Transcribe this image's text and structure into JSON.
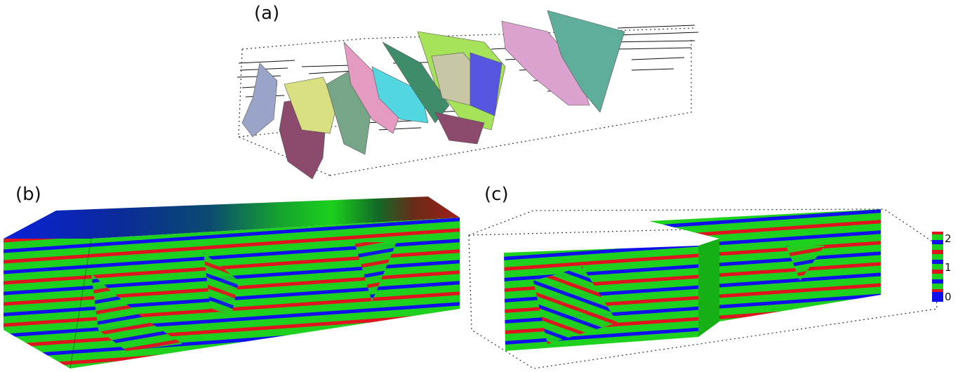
{
  "panels": {
    "a": {
      "label": "(a)"
    },
    "b": {
      "label": "(b)"
    },
    "c": {
      "label": "(c)"
    }
  },
  "colorbar": {
    "ticks": [
      "2",
      "1",
      "0"
    ],
    "colors": [
      "#e0141e",
      "#1fd11f",
      "#1010ee"
    ]
  },
  "colors": {
    "stripe_red": "#e0141e",
    "stripe_green": "#1fd11f",
    "stripe_blue": "#1010ee",
    "fault_colors": [
      "#9aa3c8",
      "#8c4b6c",
      "#d8e082",
      "#76a588",
      "#e59ac2",
      "#52d6e0",
      "#a6e35a",
      "#c7c7a6",
      "#5656e0",
      "#dba2cf",
      "#5fae9c"
    ]
  }
}
